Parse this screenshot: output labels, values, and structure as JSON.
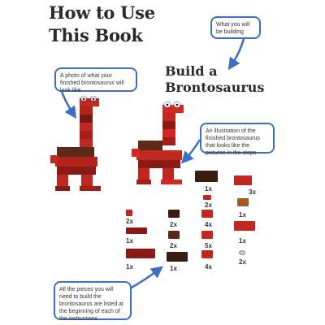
{
  "title": {
    "line1": "How to Use",
    "line2": "This Book"
  },
  "subtitle": {
    "line1": "Build a",
    "line2": "Brontosaurus"
  },
  "callouts": {
    "top": "What you will be building",
    "photo": "A photo of what your finished brontosaurus will look like",
    "illustration": "An illustration of the finished brontosaurus that looks like the pictures in the steps",
    "pieces": "All the pieces you will need to build the brontosaurus are listed at the beginning of each of the instructions"
  },
  "colors": {
    "callout_border": "#3a6fc4",
    "brick_red": "#c0271f",
    "brick_dark_red": "#8a1a16",
    "brick_brown": "#5a2a16",
    "brick_dark_brown": "#3a1d10",
    "brick_tan": "#a15a26"
  },
  "pieces": [
    {
      "qty": "1x",
      "color": "#3a1d10"
    },
    {
      "qty": "2x",
      "color": "#c0271f"
    },
    {
      "qty": "2x",
      "color": "#c0271f"
    },
    {
      "qty": "2x",
      "color": "#5a2a16"
    },
    {
      "qty": "4x",
      "color": "#c0271f"
    },
    {
      "qty": "3x",
      "color": "#a15a26"
    },
    {
      "qty": "1x",
      "color": "#8a1a16"
    },
    {
      "qty": "2x",
      "color": "#3a1d10"
    },
    {
      "qty": "5x",
      "color": "#c0271f"
    },
    {
      "qty": "1x",
      "color": "#c0271f"
    },
    {
      "qty": "1x",
      "color": "#8a1a16"
    },
    {
      "qty": "1x",
      "color": "#3a1d10"
    },
    {
      "qty": "4x",
      "color": "#c0271f"
    },
    {
      "qty": "2x",
      "color": "#777777"
    }
  ]
}
